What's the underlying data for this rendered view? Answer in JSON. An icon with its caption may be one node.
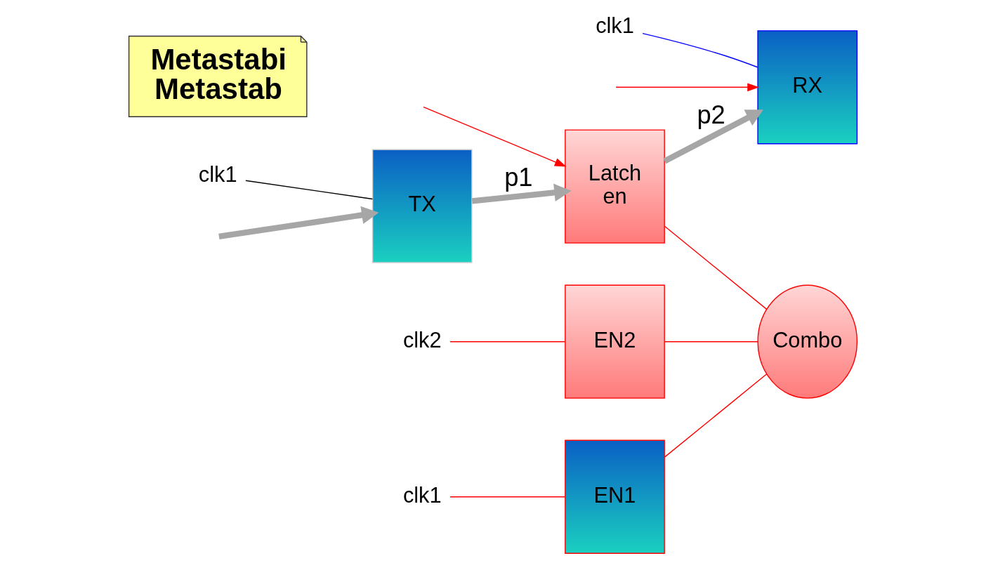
{
  "diagram": {
    "nodes": [
      {
        "text": [
          "TX"
        ]
      },
      {
        "text": [
          "Latch",
          "en"
        ]
      },
      {
        "text": [
          "RX"
        ]
      },
      {
        "text": [
          "EN1"
        ]
      },
      {
        "text": [
          "Combo"
        ]
      },
      {
        "text": [
          "EN2"
        ]
      },
      {
        "text": [
          "Metastabi",
          "Metastab"
        ]
      },
      {
        "text": [
          "clk1"
        ]
      },
      {
        "text": [
          "clk1"
        ]
      },
      {
        "text": [
          "clk1"
        ]
      },
      {
        "text": [
          "clk2"
        ]
      }
    ],
    "edges": [
      {
        "from": null,
        "to": 0,
        "arrow": "to",
        "style": "thick",
        "color": "#a6a6a6"
      },
      {
        "from": 0,
        "to": 1,
        "arrow": "to",
        "label": "p1",
        "style": "thick",
        "color": "#a6a6a6"
      },
      {
        "from": 1,
        "to": 2,
        "arrow": "to",
        "label": "p2",
        "style": "thick",
        "color": "#a6a6a6"
      },
      {
        "from": null,
        "to": 1,
        "arrow": "to",
        "color": "#ff0000"
      },
      {
        "from": null,
        "to": 2,
        "arrow": "to",
        "color": "#ff0000"
      },
      {
        "from": 1,
        "to": 4,
        "arrow": "none",
        "color": "#ff0000"
      },
      {
        "from": 3,
        "to": 4,
        "arrow": "none",
        "color": "#ff0000"
      },
      {
        "from": 5,
        "to": 4,
        "arrow": "none",
        "color": "#ff0000"
      },
      {
        "from": 7,
        "to": 0,
        "arrow": "none",
        "color": "#000000"
      },
      {
        "from": 8,
        "to": 2,
        "arrow": "none",
        "color": "#0000ff"
      },
      {
        "from": 9,
        "to": 3,
        "arrow": "none",
        "color": "#ff0000"
      },
      {
        "from": 10,
        "to": 5,
        "arrow": "none",
        "color": "#ff0000"
      }
    ]
  }
}
